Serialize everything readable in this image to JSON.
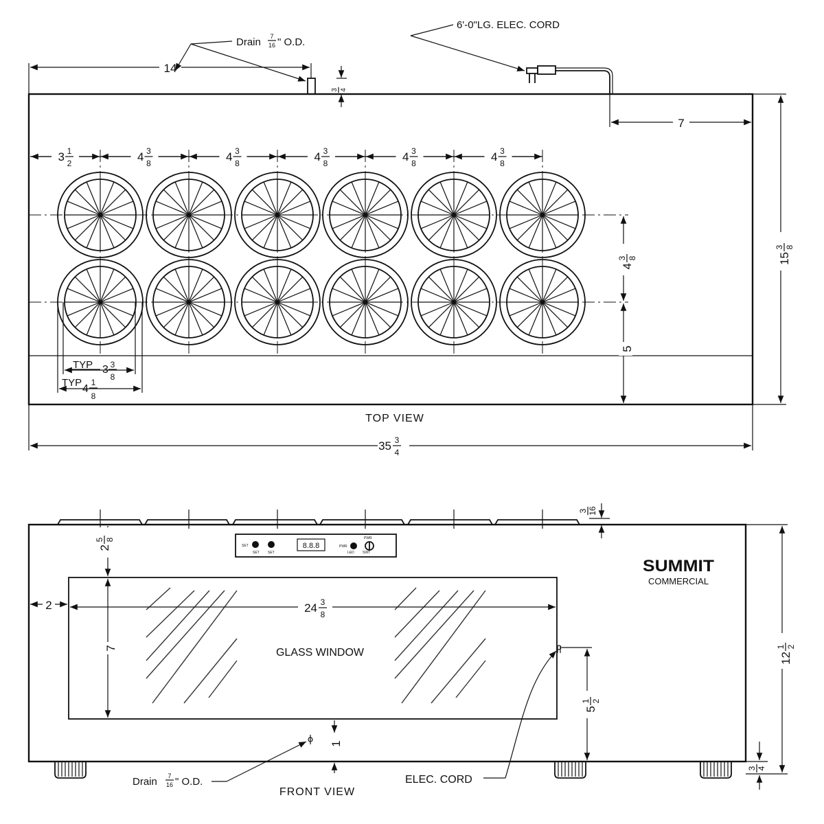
{
  "top_view": {
    "label": "TOP VIEW",
    "drain_note": "Drain",
    "drain_size": {
      "num": "7",
      "den": "16",
      "suffix": "\" O.D."
    },
    "cord_note": "6'-0\"LG. ELEC. CORD",
    "dim_drain_position": "14",
    "dim_drain_height": {
      "num": "3",
      "den": "4"
    },
    "dim_cord_offset": "7",
    "dim_first_col": {
      "whole": "3",
      "num": "1",
      "den": "2"
    },
    "dim_col_spacing": {
      "whole": "4",
      "num": "3",
      "den": "8"
    },
    "dim_row_spacing": {
      "whole": "4",
      "num": "3",
      "den": "8"
    },
    "dim_bottom_margin": "5",
    "dim_depth": {
      "whole": "15",
      "num": "3",
      "den": "8"
    },
    "dim_width": {
      "whole": "35",
      "num": "3",
      "den": "4"
    },
    "typ_inner": {
      "prefix": "TYP",
      "whole": "3",
      "num": "3",
      "den": "8"
    },
    "typ_outer": {
      "prefix": "TYP",
      "whole": "4",
      "num": "1",
      "den": "8"
    }
  },
  "front_view": {
    "label": "FRONT VIEW",
    "brand": "SUMMIT",
    "brand_sub": "COMMERCIAL",
    "window_label": "GLASS WINDOW",
    "display_digits": "8.8.8",
    "dim_lid_height": {
      "num": "3",
      "den": "16"
    },
    "dim_top_margin": {
      "whole": "2",
      "num": "5",
      "den": "8"
    },
    "dim_left_margin": "2",
    "dim_window_width": {
      "whole": "24",
      "num": "3",
      "den": "8"
    },
    "dim_window_height": "7",
    "dim_cord_height": {
      "whole": "5",
      "num": "1",
      "den": "2"
    },
    "dim_drain_height": "1",
    "dim_total_height": {
      "whole": "12",
      "num": "1",
      "den": "2"
    },
    "dim_foot_height": {
      "num": "3",
      "den": "4"
    },
    "drain_note": "Drain",
    "drain_size": {
      "num": "7",
      "den": "16",
      "suffix": "\" O.D."
    },
    "cord_note": "ELEC. CORD"
  }
}
